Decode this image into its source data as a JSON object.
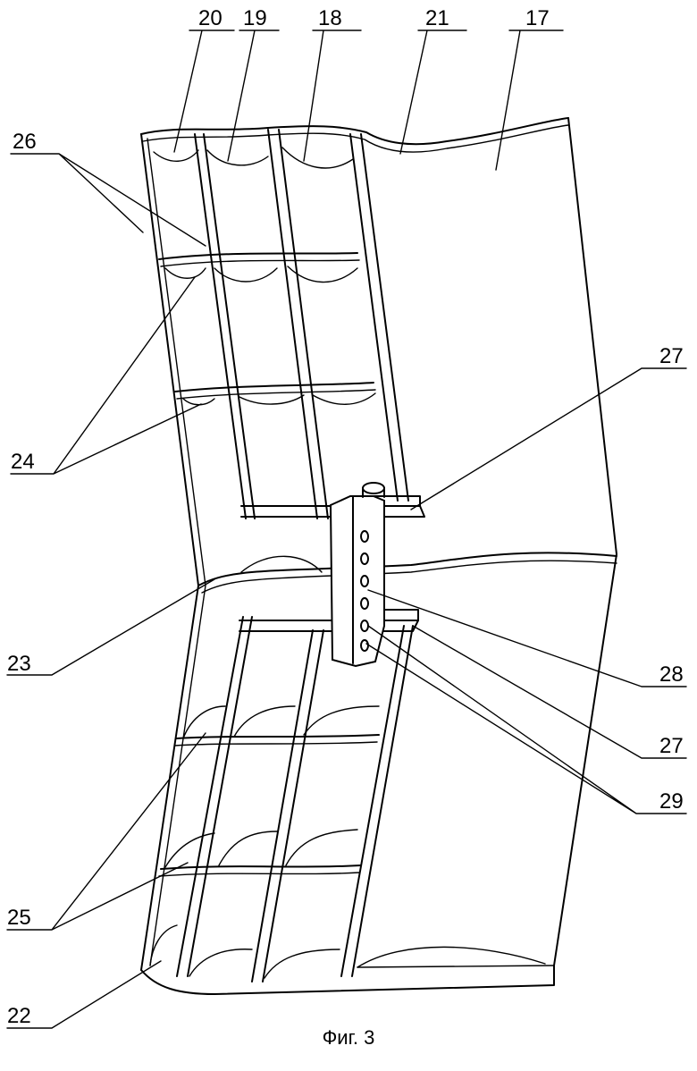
{
  "labels": {
    "l17": "17",
    "l18": "18",
    "l19": "19",
    "l20": "20",
    "l21": "21",
    "l22": "22",
    "l23": "23",
    "l24": "24",
    "l25": "25",
    "l26": "26",
    "l27a": "27",
    "l27b": "27",
    "l28": "28",
    "l29": "29"
  },
  "caption": "Фиг. 3"
}
